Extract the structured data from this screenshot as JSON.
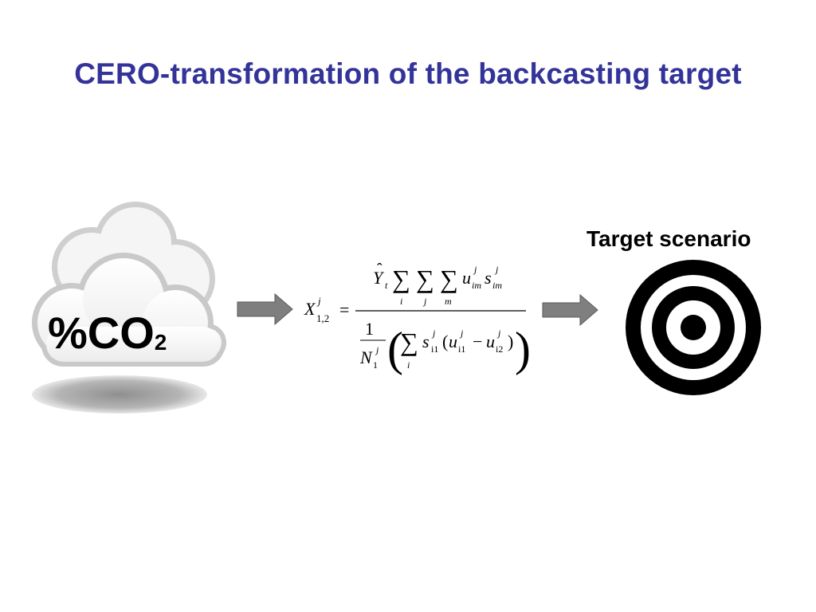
{
  "slide": {
    "title": "CERO-transformation of the backcasting target",
    "title_color": "#33339a"
  },
  "cloud": {
    "label_main": "%CO",
    "label_sub": "2",
    "icon": "cloud-icon"
  },
  "formula": {
    "lhs_symbol": "X",
    "lhs_superscript": "j",
    "lhs_subscript": "1,2",
    "equals": "=",
    "numerator_symbol": "Y",
    "numerator_hat": "ˆ",
    "numerator_subscript": "t",
    "sum_symbol": "∑",
    "sum_index_1": "i",
    "sum_index_2": "j",
    "sum_index_3": "m",
    "u_symbol": "u",
    "s_symbol": "s",
    "sup_j": "j",
    "sub_im": "im",
    "denominator_one": "1",
    "denominator_n": "N",
    "denominator_n_sub": "1",
    "inner_s_sub": "i1",
    "inner_u1_sub": "i1",
    "inner_u2_sub": "i2",
    "open_paren": "(",
    "close_paren": ")",
    "minus": "−"
  },
  "target": {
    "label": "Target scenario",
    "icon": "target-icon"
  },
  "colors": {
    "arrow_fill": "#7f7f7f",
    "arrow_stroke": "#5a5a5a"
  }
}
